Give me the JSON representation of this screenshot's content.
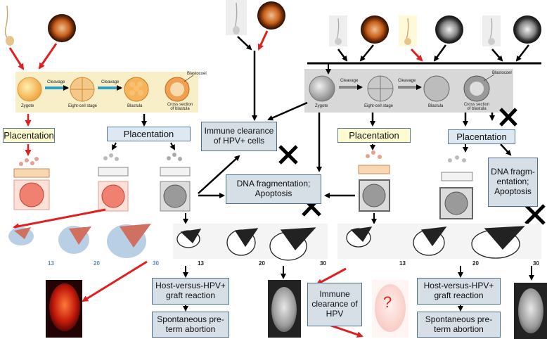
{
  "left_panel": {
    "stages": [
      "Zygote",
      "Eight-cell stage",
      "Blastula",
      "Cross section of blastula"
    ],
    "arrow_labels": [
      "Cleavage",
      "Cleavage"
    ],
    "blastocoel": "Blastocoel",
    "colors": {
      "panel_bg": "#f8efc8",
      "accent": "#e03020"
    }
  },
  "right_panel": {
    "stages": [
      "Zygote",
      "Eight-cell stage",
      "Blastula",
      "Cross section of blastula"
    ],
    "arrow_labels": [
      "Cleavage",
      "Cleavage"
    ],
    "blastocoel": "Blastocoel",
    "colors": {
      "panel_bg": "#d8d8d8"
    }
  },
  "placentation_labels": [
    "Placentation",
    "Placentation",
    "Placentation",
    "Placentation"
  ],
  "boxes": {
    "immune_clearance_cells": "Immune clearance of HPV+ cells",
    "dna_frag_center": "DNA fragmentation; Apoptosis",
    "dna_frag_right": "DNA fragm-entation; Apoptosis",
    "host_vs_graft_left": "Host-versus-HPV+ graft reaction",
    "abortion_left": "Spontaneous pre-term abortion",
    "immune_clearance_hpv": "Immune clearance of HPV",
    "host_vs_graft_right": "Host-versus-HPV+ graft reaction",
    "abortion_right": "Spontaneous pre-term abortion"
  },
  "fetal_weeks_left": [
    "13",
    "20",
    "30"
  ],
  "fetal_weeks_center": [
    "13",
    "20",
    "30"
  ],
  "fetal_weeks_right": [
    "13",
    "20",
    "30"
  ],
  "question_mark": "?",
  "colors": {
    "red_arrow": "#e02020",
    "black_arrow": "#000000",
    "box_fill": "#d6dee6",
    "box_border": "#4f6f8f",
    "yellow_fill": "#fffbd0",
    "fetus_blue": "#b9cfe6",
    "fetus_week_color": "#5a8ab4"
  }
}
